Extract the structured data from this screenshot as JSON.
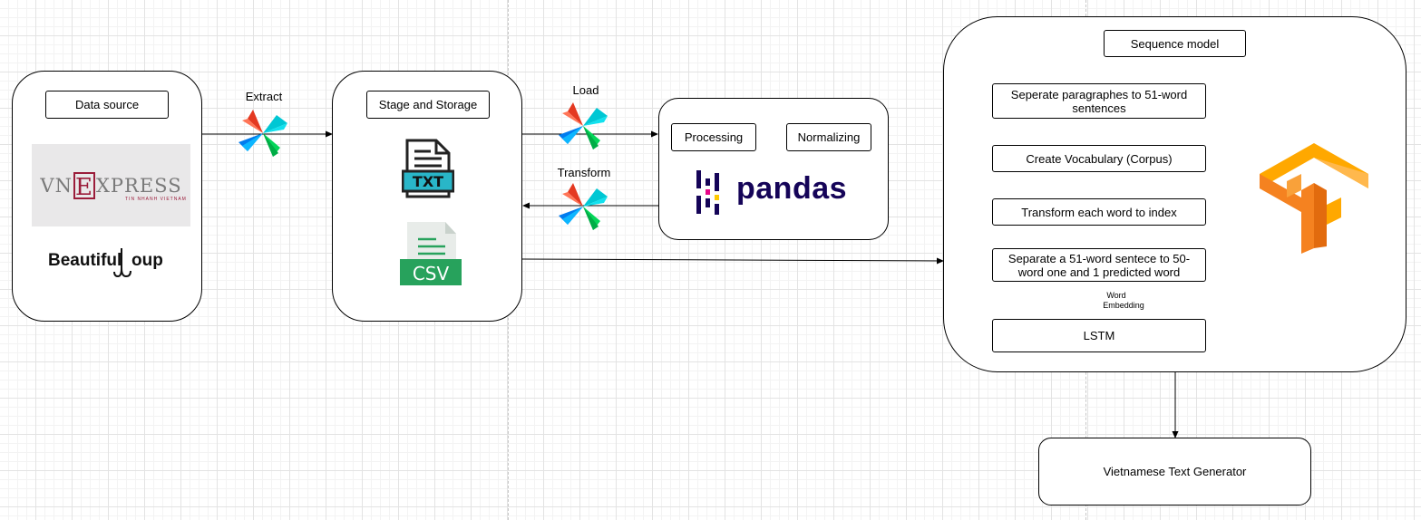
{
  "data_source": {
    "title": "Data source",
    "vnexpress_left": "VN",
    "vnexpress_e": "E",
    "vnexpress_right": "XPRESS",
    "vnexpress_tagline": "TIN NHANH VIETNAM",
    "beautifulsoup_text_1": "Beautiful",
    "beautifulsoup_text_2": "oup"
  },
  "extract_label": "Extract",
  "stage_storage": {
    "title": "Stage and Storage",
    "txt_caption": "TXT",
    "csv_caption": "CSV"
  },
  "load_label": "Load",
  "transform_label": "Transform",
  "processing_panel": {
    "processing": "Processing",
    "normalizing": "Normalizing",
    "pandas_logo": "pandas"
  },
  "sequence_model": {
    "title": "Sequence model",
    "steps": [
      "Seperate paragraphes to 51-word sentences",
      "Create Vocabulary (Corpus)",
      "Transform each word to index",
      "Separate a 51-word sentece to 50-word one and 1 predicted word",
      "LSTM"
    ],
    "embedding_label_line1": "Word",
    "embedding_label_line2": "Embedding"
  },
  "output": {
    "label": "Vietnamese Text Generator"
  },
  "colors": {
    "airflow_red": "#e43921",
    "airflow_blue": "#017cee",
    "airflow_green": "#04d659",
    "airflow_teal": "#00c7d4",
    "tensorflow_orange": "#f58220",
    "tensorflow_yellow": "#ffa800",
    "pandas_navy": "#150458",
    "pandas_pink": "#e70488",
    "pandas_yellow": "#ffca00",
    "csv_green": "#27a25c",
    "txt_teal": "#29b6c8"
  }
}
